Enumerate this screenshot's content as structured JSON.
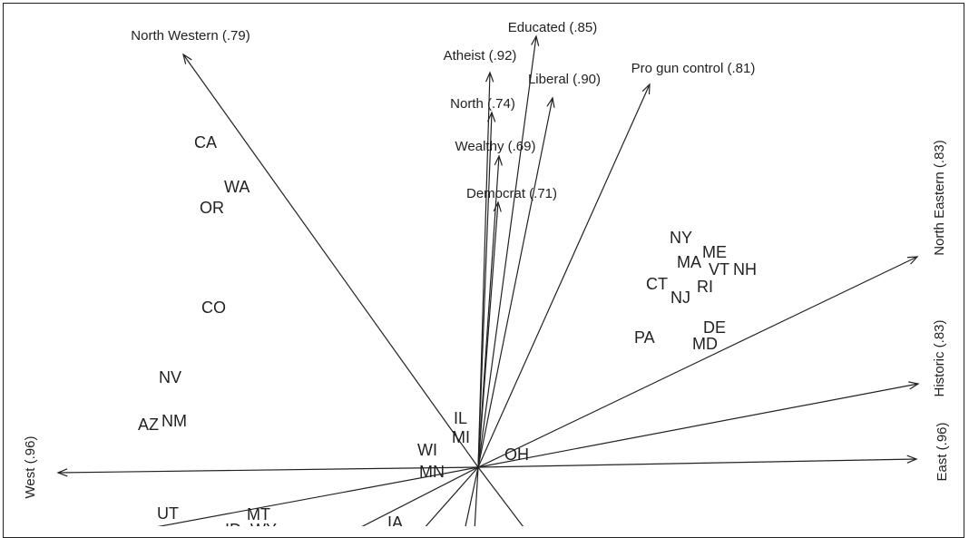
{
  "chart_data": {
    "type": "biplot",
    "vectors": [
      {
        "label": "North Western (.79)"
      },
      {
        "label": "Educated (.85)"
      },
      {
        "label": "Atheist (.92)"
      },
      {
        "label": "Liberal (.90)"
      },
      {
        "label": "Pro gun control (.81)"
      },
      {
        "label": "North (.74)"
      },
      {
        "label": "Wealthy (.69)"
      },
      {
        "label": "Democrat (.71)"
      },
      {
        "label": "North Eastern (.83)"
      },
      {
        "label": "Historic (.83)"
      },
      {
        "label": "East (.96)"
      },
      {
        "label": "West (.96)"
      }
    ],
    "states": [
      "CA",
      "WA",
      "OR",
      "CO",
      "NV",
      "AZ",
      "NM",
      "UT",
      "MT",
      "ID",
      "WY",
      "IA",
      "IL",
      "MI",
      "WI",
      "MN",
      "OH",
      "NY",
      "ME",
      "MA",
      "VT",
      "NH",
      "CT",
      "RI",
      "NJ",
      "DE",
      "PA",
      "MD"
    ]
  }
}
